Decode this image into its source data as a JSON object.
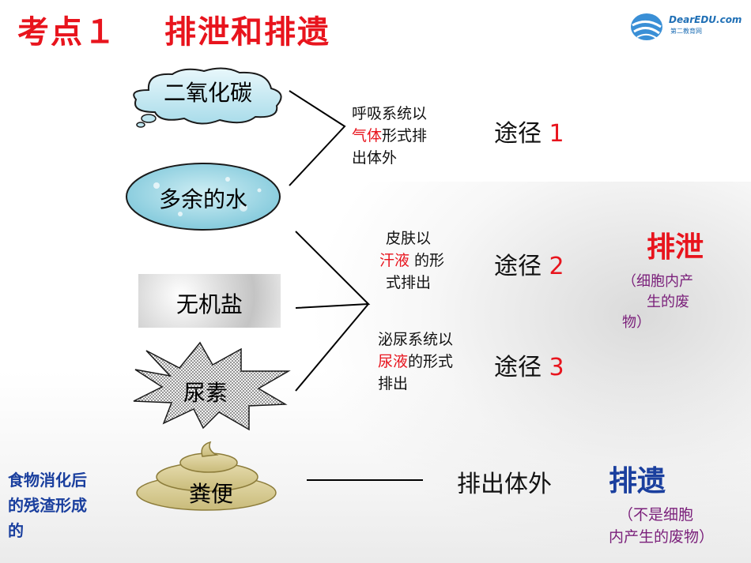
{
  "title": {
    "part1": "考点１",
    "part2": "排泄和排遗"
  },
  "logo": {
    "name": "DearEDU.com",
    "sub": "第二教育网"
  },
  "items": {
    "co2": "二氧化碳",
    "water": "多余的水",
    "salt": "无机盐",
    "urea": "尿素",
    "feces": "粪便"
  },
  "routes": {
    "r1": {
      "line1": "呼吸系统以",
      "hl": "气体",
      "rest": "形式排",
      "line3": "出体外",
      "label": "途径",
      "num": "1"
    },
    "r2": {
      "line1": "皮肤以",
      "hl": "汗液",
      "rest": " 的形",
      "line3": "式排出",
      "label": "途径",
      "num": "2"
    },
    "r3": {
      "line1": "泌尿系统以",
      "hl": "尿液",
      "rest": "的形式",
      "line3": "排出",
      "label": "途径",
      "num": "3"
    }
  },
  "excretion": {
    "title": "排泄",
    "note1": "（细胞内产",
    "note2": "生的废",
    "note3": "物）"
  },
  "egestion": {
    "source1": "食物消化后",
    "source2": "的残渣形成",
    "source3": "的",
    "out": "排出体外",
    "title": "排遗",
    "note1": "（不是细胞",
    "note2": "内产生的废物）"
  }
}
